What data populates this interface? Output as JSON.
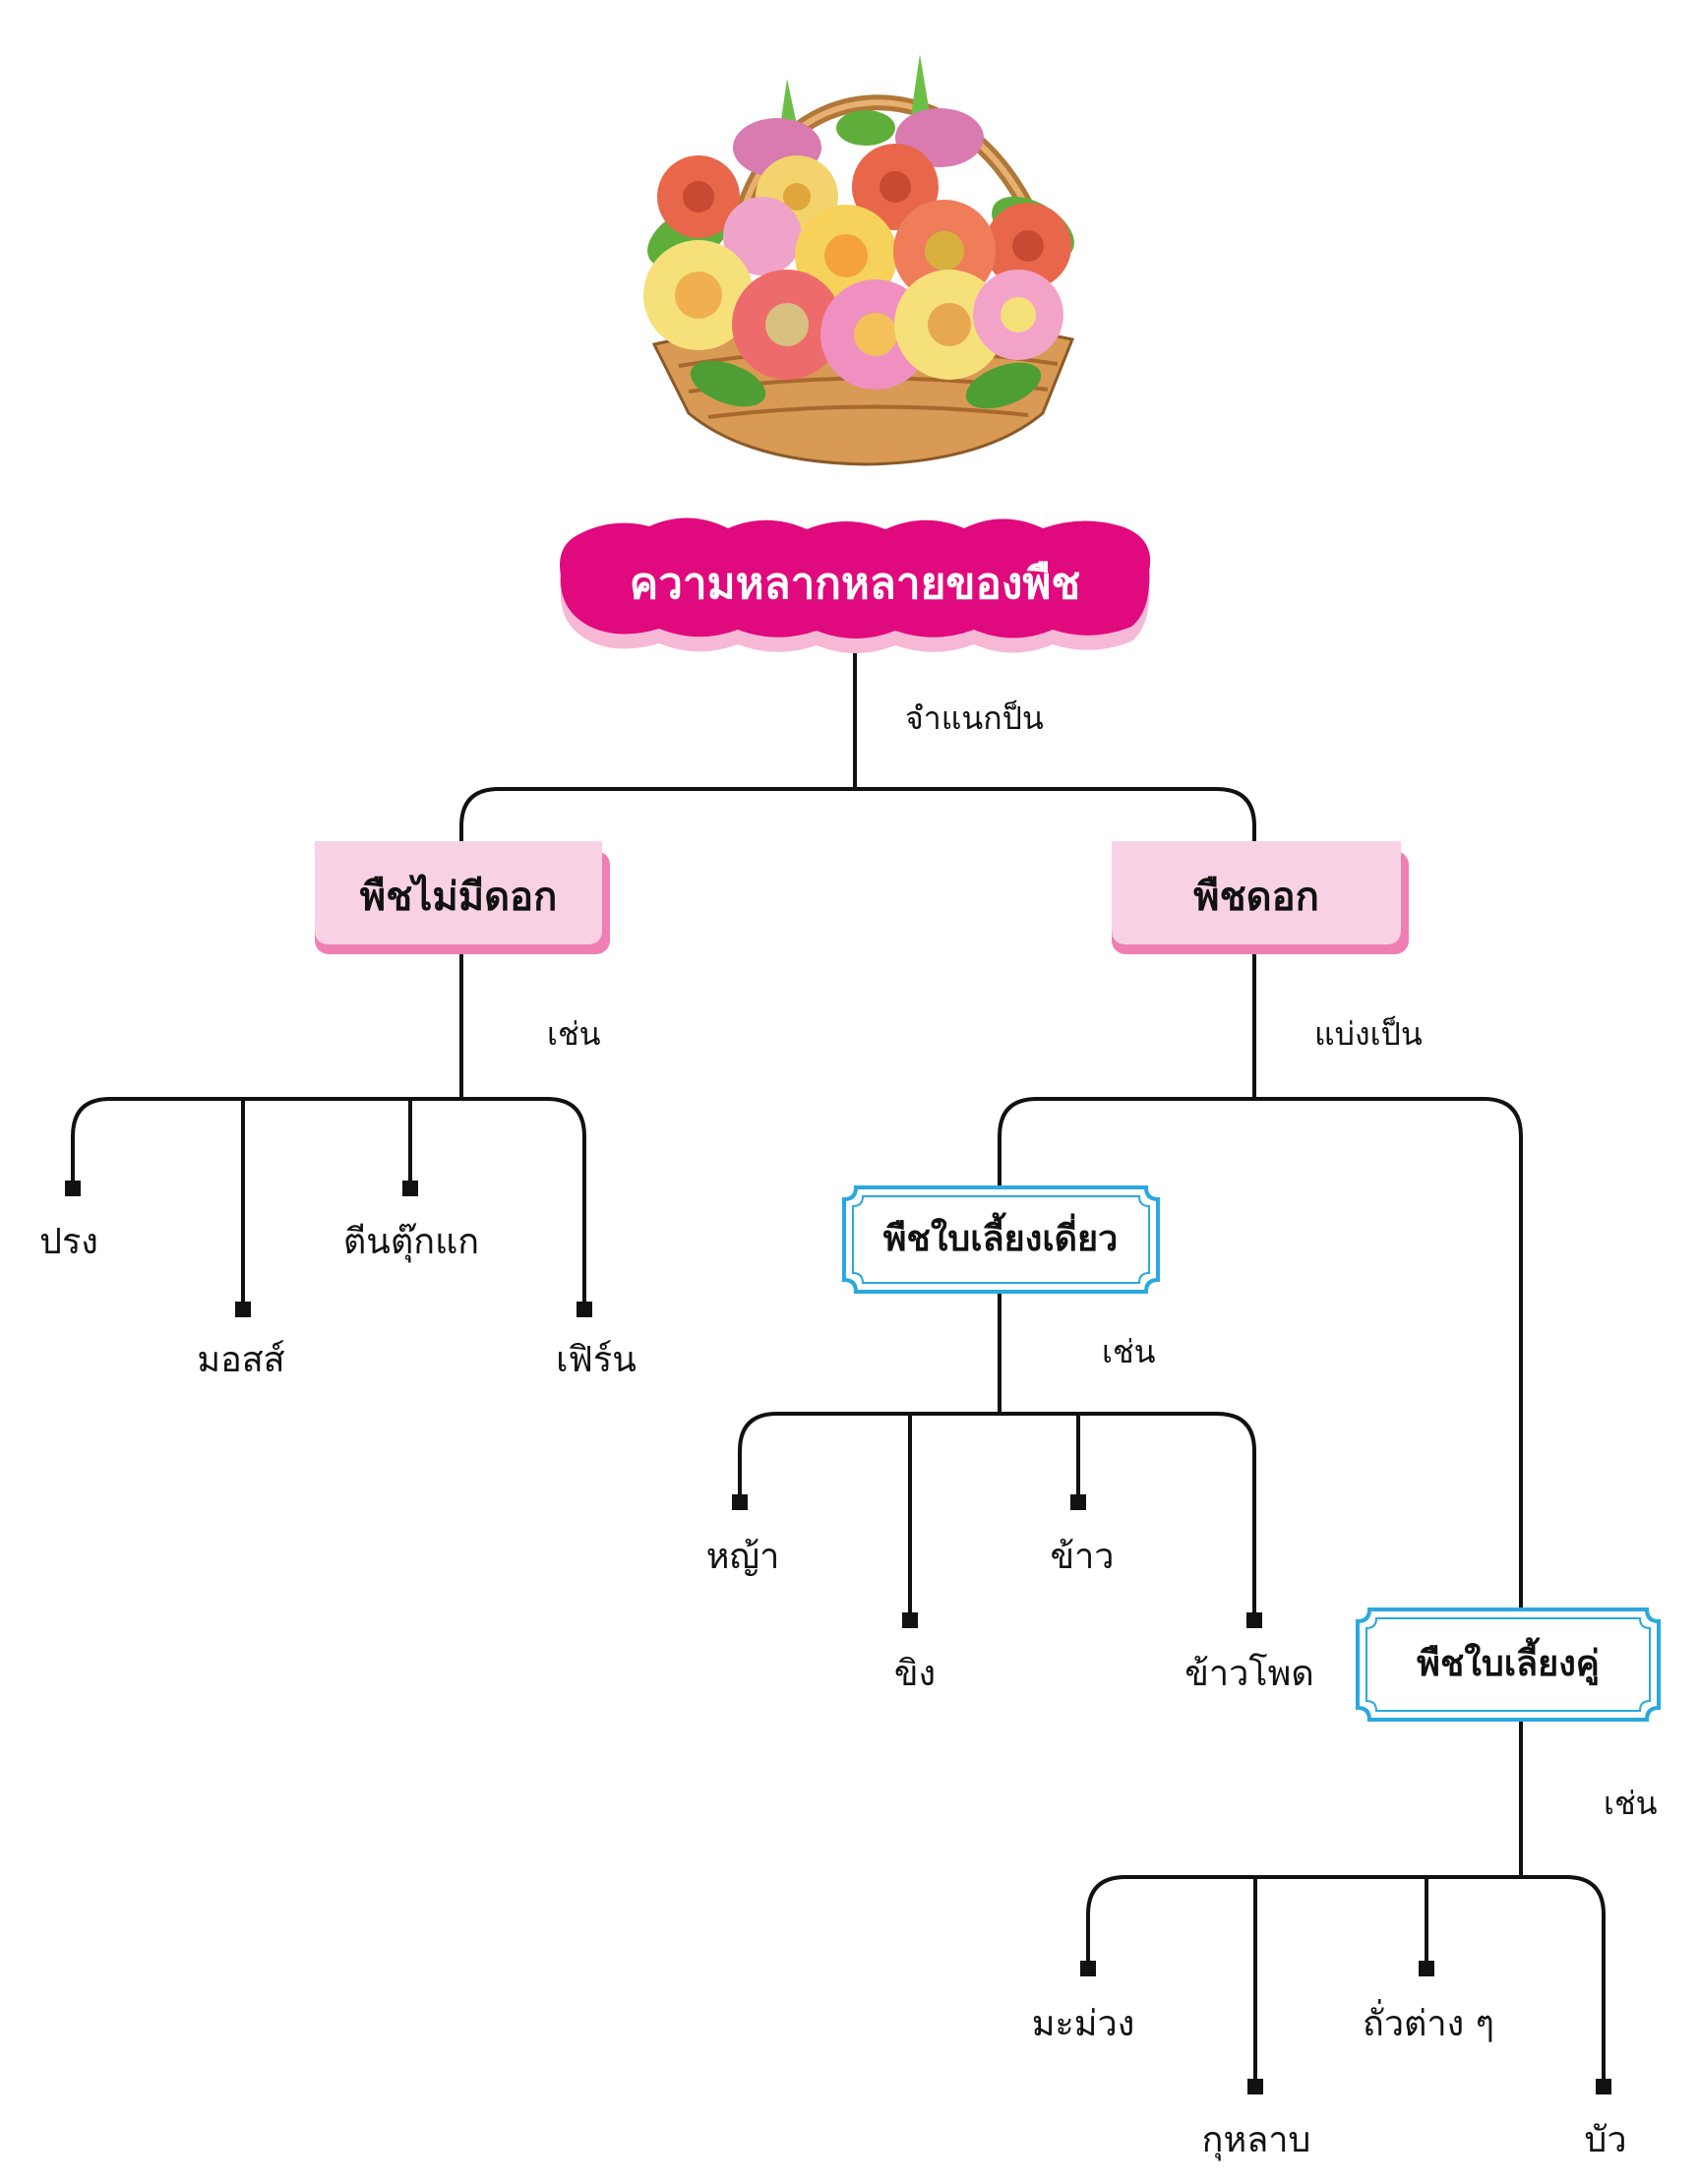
{
  "title": "ความหลากหลายของพืช",
  "connector_classified_as": "จำแนกป็น",
  "connector_divided_into": "แบ่งเป็น",
  "connector_such_as": "เช่น",
  "non_flowering": {
    "label": "พืชไม่มีดอก",
    "examples": [
      "ปรง",
      "มอสส์",
      "ตีนตุ๊กแก",
      "เฟิร์น"
    ]
  },
  "flowering": {
    "label": "พืชดอก"
  },
  "monocot": {
    "label": "พืชใบเลี้ยงเดี่ยว",
    "examples": [
      "หญ้า",
      "ขิง",
      "ข้าว",
      "ข้าวโพด"
    ]
  },
  "dicot": {
    "label": "พืชใบเลี้ยงคู่",
    "examples": [
      "มะม่วง",
      "กุหลาบ",
      "ถั่วต่าง ๆ",
      "บัว"
    ]
  },
  "colors": {
    "title_fill": "#e0097e",
    "title_shadow": "#f7b8d6",
    "pink_box_fill": "#f8d2e4",
    "pink_box_edge": "#ef7fb3",
    "blue_box_edge": "#2aa8df",
    "line": "#111111"
  }
}
